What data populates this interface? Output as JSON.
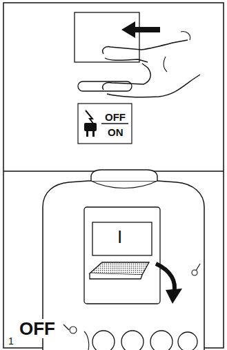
{
  "diagram": {
    "labels": [
      "OFF",
      "ON",
      "I",
      "OFF",
      "1"
    ]
  }
}
